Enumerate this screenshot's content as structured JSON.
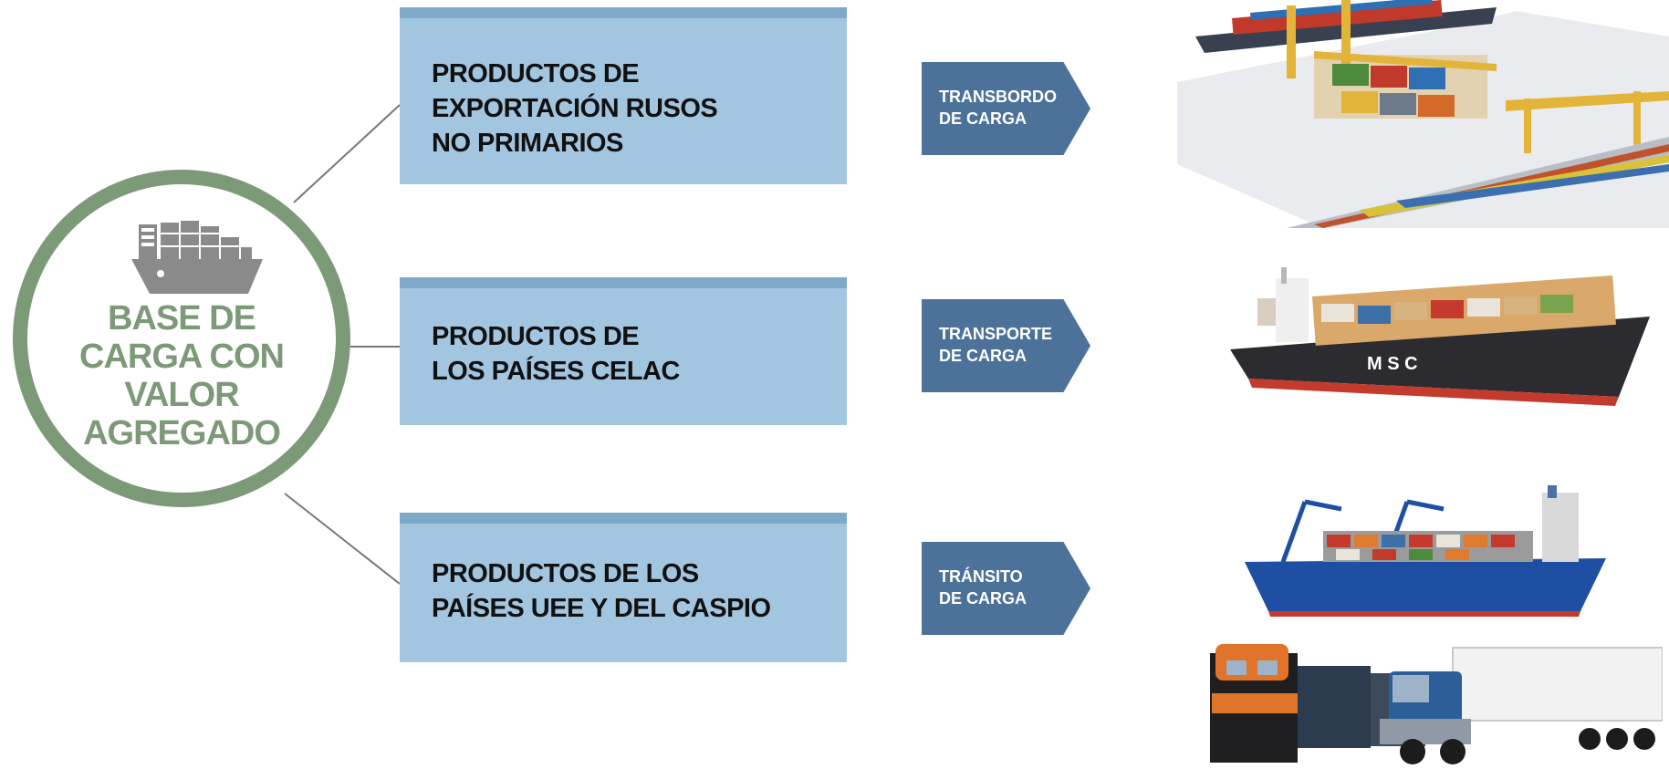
{
  "hub": {
    "title": "BASE DE\nCARGA CON\nVALOR\nAGREGADO",
    "icon": "cargo-ship-icon"
  },
  "sources": [
    {
      "label": "PRODUCTOS DE\nEXPORTACIÓN RUSOS\nNO PRIMARIOS"
    },
    {
      "label": "PRODUCTOS DE\nLOS PAÍSES CELAC"
    },
    {
      "label": "PRODUCTOS DE LOS\nPAÍSES UEE Y DEL CASPIO"
    }
  ],
  "services": [
    {
      "label": "TRANSBORDO\nDE CARGA"
    },
    {
      "label": "TRANSPORTE\nDE CARGA"
    },
    {
      "label": "TRÁNSITO\nDE CARGA"
    }
  ],
  "images": [
    {
      "name": "container-terminal-illustration"
    },
    {
      "name": "msc-container-ship-illustration",
      "hull_text": "M S C"
    },
    {
      "name": "blue-container-ship-illustration"
    },
    {
      "name": "train-and-truck-illustration"
    }
  ],
  "colors": {
    "hub_green": "#7d9a78",
    "box_fill": "#a3c6e0",
    "box_accent": "#7fa9c9",
    "arrow_fill": "#4d729a",
    "connector": "#777777"
  }
}
